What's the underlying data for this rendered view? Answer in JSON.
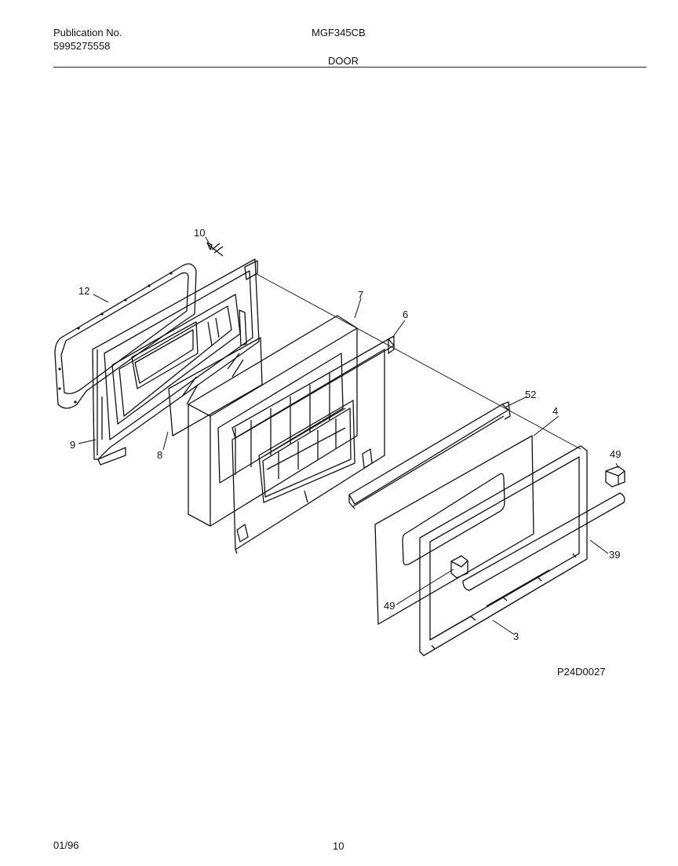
{
  "header": {
    "publication_label": "Publication No.",
    "publication_number": "5995275558",
    "model": "MGF345CB",
    "section_title": "DOOR"
  },
  "diagram": {
    "reference_code": "P24D0027",
    "callouts": [
      "10",
      "12",
      "7",
      "6",
      "52",
      "4",
      "49",
      "9",
      "8",
      "39",
      "49",
      "3"
    ]
  },
  "footer": {
    "date": "01/96",
    "page_number": "10"
  }
}
